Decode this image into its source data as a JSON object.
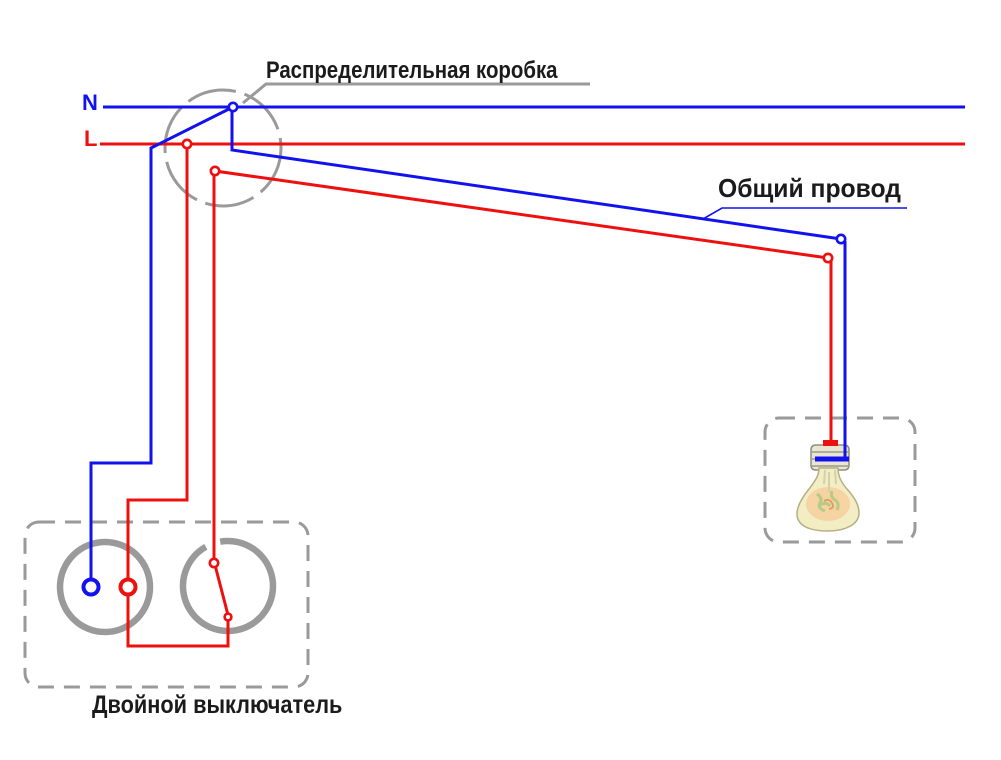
{
  "labels": {
    "junction_box": "Распределительная коробка",
    "common_wire": "Общий провод",
    "switch_unit": "Двойной выключатель",
    "neutral_marker": "N",
    "line_marker": "L"
  },
  "colors": {
    "neutral-wire": "#1212ee",
    "line-wire": "#ee0f0f",
    "outline-gray": "#9a9a9a",
    "label-text": "#1b1b1b",
    "background": "#ffffff",
    "bulb-glass": "#f3edc3",
    "bulb-glow": "#f6cc9b",
    "bulb-filament": "#b2ca84",
    "bulb-cap": "#eae5d3"
  }
}
